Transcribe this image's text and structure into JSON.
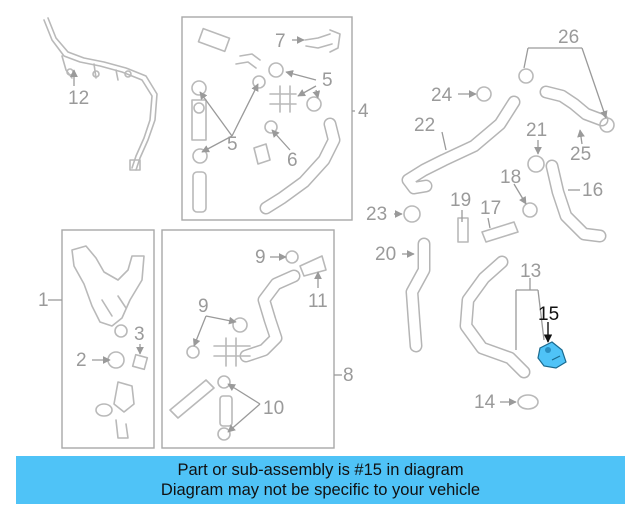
{
  "diagram": {
    "highlight_color": "#4fc3f7",
    "highlighted_part": "15",
    "callouts": {
      "c1": "1",
      "c2": "2",
      "c3": "3",
      "c4": "4",
      "c5a": "5",
      "c5b": "5",
      "c6": "6",
      "c7": "7",
      "c8": "8",
      "c9a": "9",
      "c9b": "9",
      "c10": "10",
      "c11": "11",
      "c12": "12",
      "c13": "13",
      "c14": "14",
      "c15": "15",
      "c16": "16",
      "c17": "17",
      "c18": "18",
      "c19": "19",
      "c20": "20",
      "c21": "21",
      "c22": "22",
      "c23": "23",
      "c24": "24",
      "c25": "25",
      "c26": "26"
    }
  },
  "banner": {
    "line1": "Part or sub-assembly is #15 in diagram",
    "line2": "Diagram may not be specific to your vehicle",
    "background": "#4fc3f7"
  }
}
